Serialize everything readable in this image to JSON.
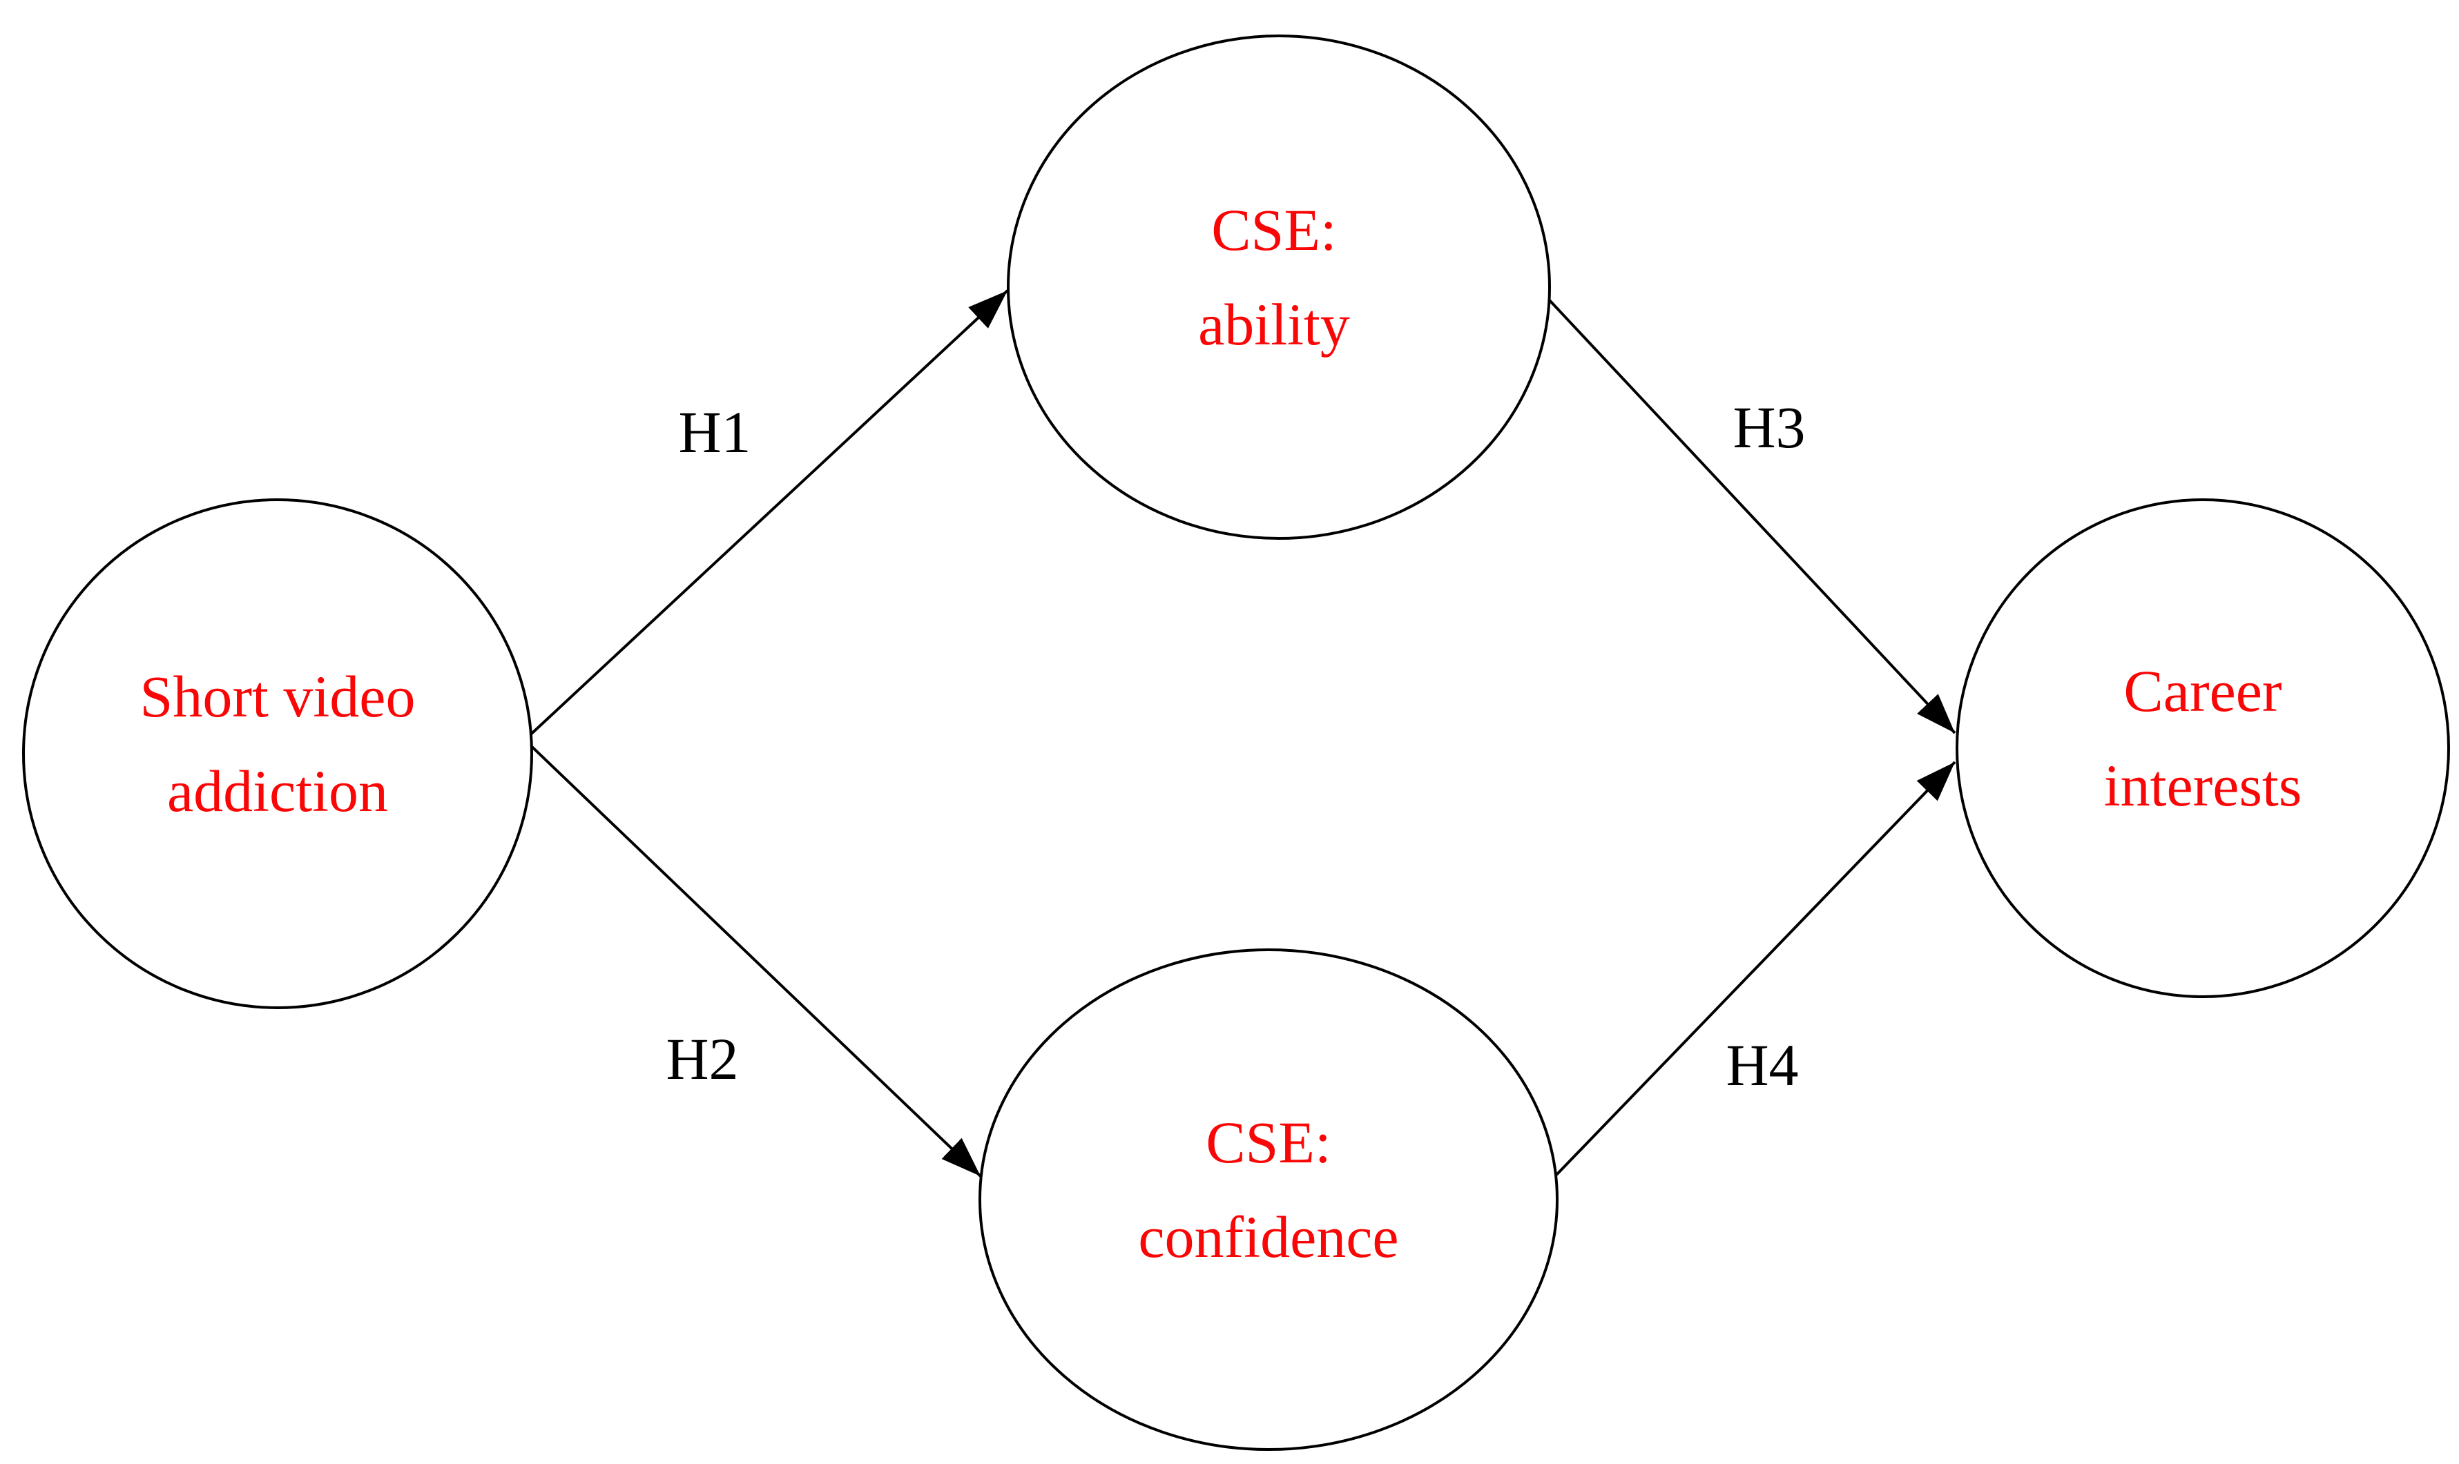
{
  "diagram": {
    "type": "path-model",
    "colors": {
      "background": "#ffffff",
      "node_text": "#f90606",
      "line": "#000000",
      "edge_label": "#000000"
    },
    "nodes": [
      {
        "id": "short-video-addiction",
        "line1": "Short video",
        "line2": "addiction"
      },
      {
        "id": "cse-ability",
        "line1": "CSE:",
        "line2": "ability"
      },
      {
        "id": "cse-confidence",
        "line1": "CSE:",
        "line2": "confidence"
      },
      {
        "id": "career-interests",
        "line1": "Career",
        "line2": "interests"
      }
    ],
    "edges": [
      {
        "id": "H1",
        "label": "H1",
        "from": "short-video-addiction",
        "to": "cse-ability"
      },
      {
        "id": "H2",
        "label": "H2",
        "from": "short-video-addiction",
        "to": "cse-confidence"
      },
      {
        "id": "H3",
        "label": "H3",
        "from": "cse-ability",
        "to": "career-interests"
      },
      {
        "id": "H4",
        "label": "H4",
        "from": "cse-confidence",
        "to": "career-interests"
      }
    ]
  }
}
